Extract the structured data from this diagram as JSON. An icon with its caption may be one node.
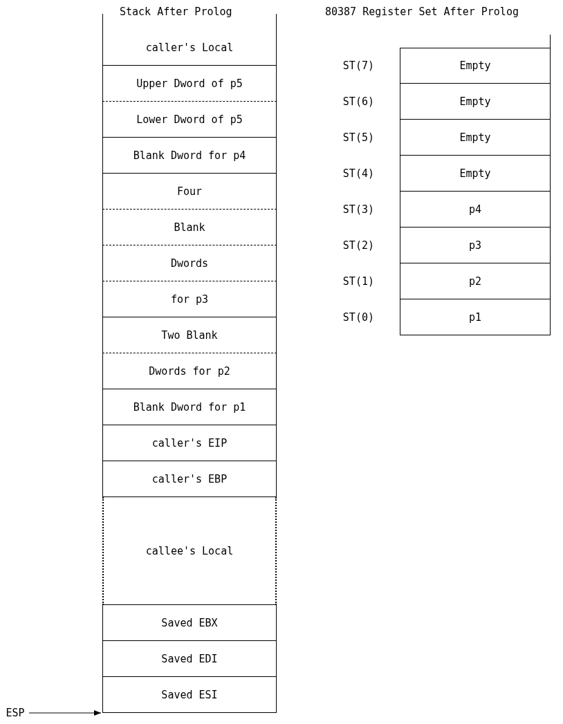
{
  "diagram": {
    "nodes": [
      {
        "text": [
          "caller's Local"
        ]
      },
      {
        "text": [
          "Upper Dword of p5"
        ]
      },
      {
        "text": [
          "Lower Dword of p5"
        ]
      },
      {
        "text": [
          "Blank Dword for p4"
        ]
      },
      {
        "text": [
          "Four"
        ]
      },
      {
        "text": [
          "Blank"
        ]
      },
      {
        "text": [
          "Dwords"
        ]
      },
      {
        "text": [
          "for p3"
        ]
      },
      {
        "text": [
          "Two Blank"
        ]
      },
      {
        "text": [
          "Dwords for p2"
        ]
      },
      {
        "text": [
          "Blank Dword for p1"
        ]
      },
      {
        "text": [
          "caller's EIP"
        ]
      },
      {
        "text": [
          "caller's EBP"
        ]
      },
      {
        "text": [
          "callee's Local"
        ]
      },
      {
        "text": [
          "Saved EBX"
        ]
      },
      {
        "text": [
          "Saved EDI"
        ]
      },
      {
        "text": [
          "Saved ESI"
        ]
      },
      {
        "text": [
          "ESP"
        ]
      },
      {
        "text": [
          "Empty"
        ],
        "beside": [
          "ST(7)"
        ]
      },
      {
        "text": [
          "Empty"
        ],
        "beside": [
          "ST(6)"
        ]
      },
      {
        "text": [
          "Empty"
        ],
        "beside": [
          "ST(5)"
        ]
      },
      {
        "text": [
          "Empty"
        ],
        "beside": [
          "ST(4)"
        ]
      },
      {
        "text": [
          "p4"
        ],
        "beside": [
          "ST(3)"
        ]
      },
      {
        "text": [
          "p3"
        ],
        "beside": [
          "ST(2)"
        ]
      },
      {
        "text": [
          "p2"
        ],
        "beside": [
          "ST(1)"
        ]
      },
      {
        "text": [
          "p1"
        ],
        "beside": [
          "ST(0)"
        ]
      }
    ],
    "edges": [
      {
        "from": 17,
        "to": 16,
        "arrow": "to"
      }
    ],
    "labels": [
      "Stack After Prolog",
      "80387 Register Set After Prolog"
    ]
  }
}
